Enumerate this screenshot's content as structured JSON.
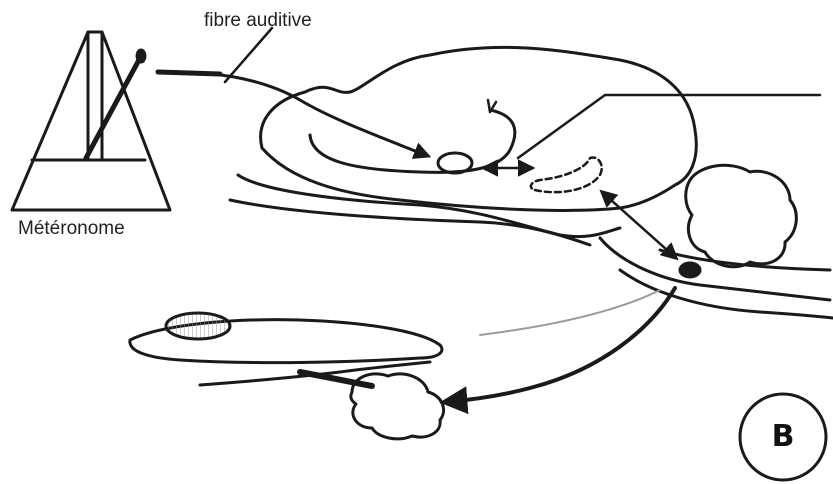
{
  "labels": {
    "fibre": "fibre auditive",
    "metronome": "Météronome",
    "panel": "B"
  },
  "pointer_label": "",
  "colors": {
    "ink": "#1a1a1a",
    "background": "#ffffff",
    "hatch": "#9a9a9a"
  }
}
